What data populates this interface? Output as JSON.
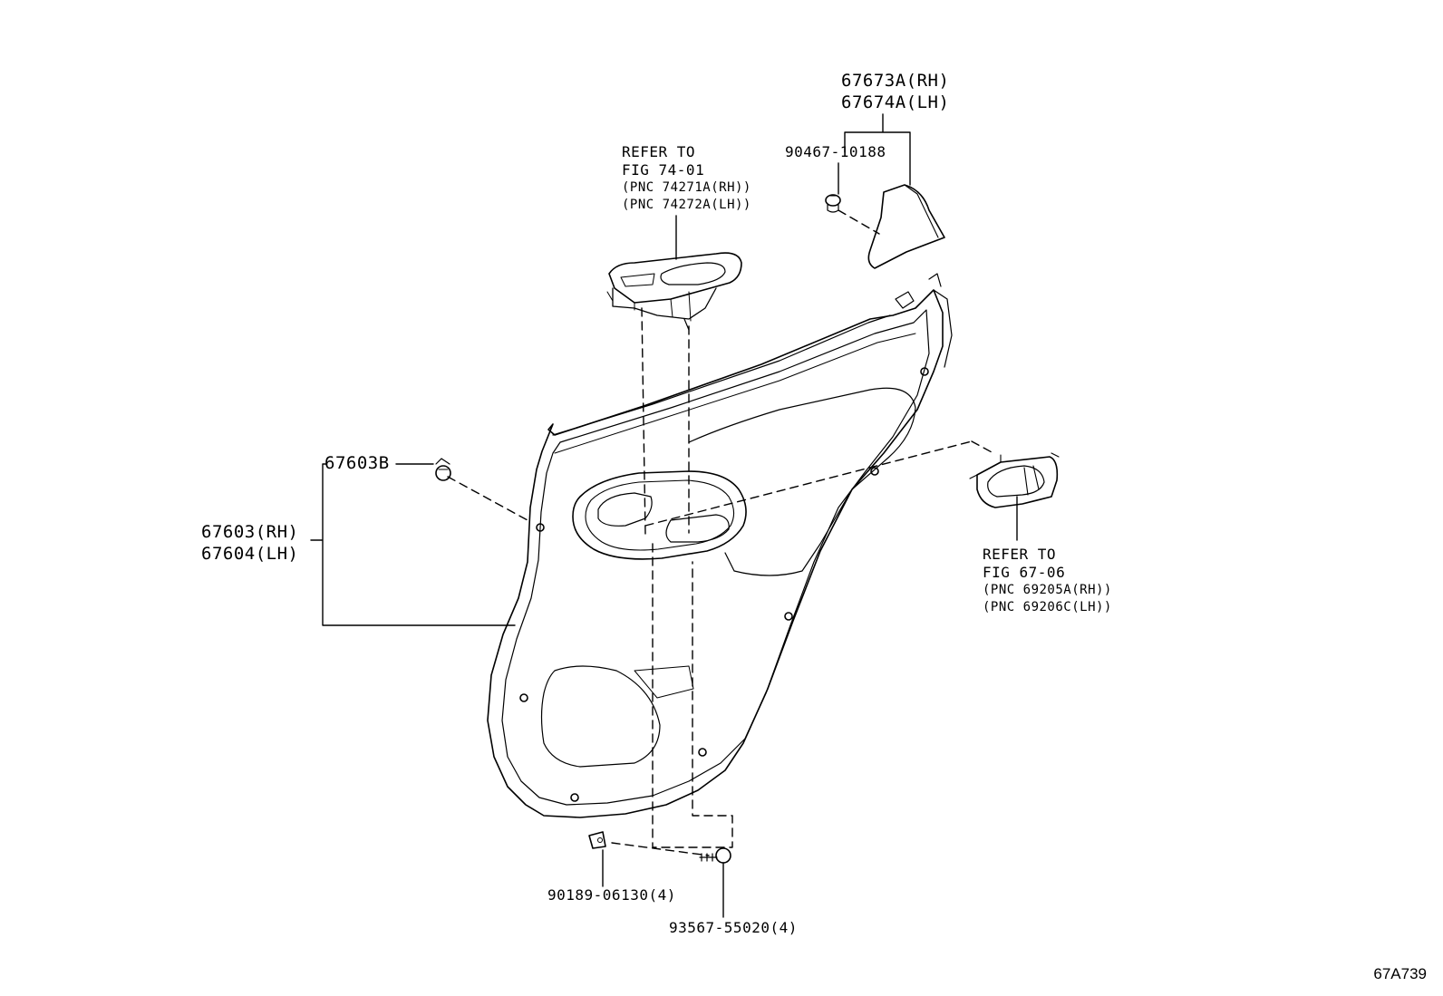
{
  "labels": {
    "p67673a": "67673A(RH)",
    "p67674a": "67674A(LH)",
    "p90467": "90467-10188",
    "p67603b": "67603B",
    "p67603": "67603(RH)",
    "p67604": "67604(LH)",
    "p90189": "90189-06130(4)",
    "p93567": "93567-55020(4)"
  },
  "refs": {
    "switch_base": {
      "line1": "REFER TO",
      "line2": "FIG 74-01",
      "line3": "(PNC 74271A(RH))",
      "line4": "(PNC 74272A(LH))"
    },
    "inside_handle": {
      "line1": "REFER TO",
      "line2": "FIG 67-06",
      "line3": "(PNC 69205A(RH))",
      "line4": "(PNC 69206C(LH))"
    }
  },
  "diagram_id": "67A739"
}
